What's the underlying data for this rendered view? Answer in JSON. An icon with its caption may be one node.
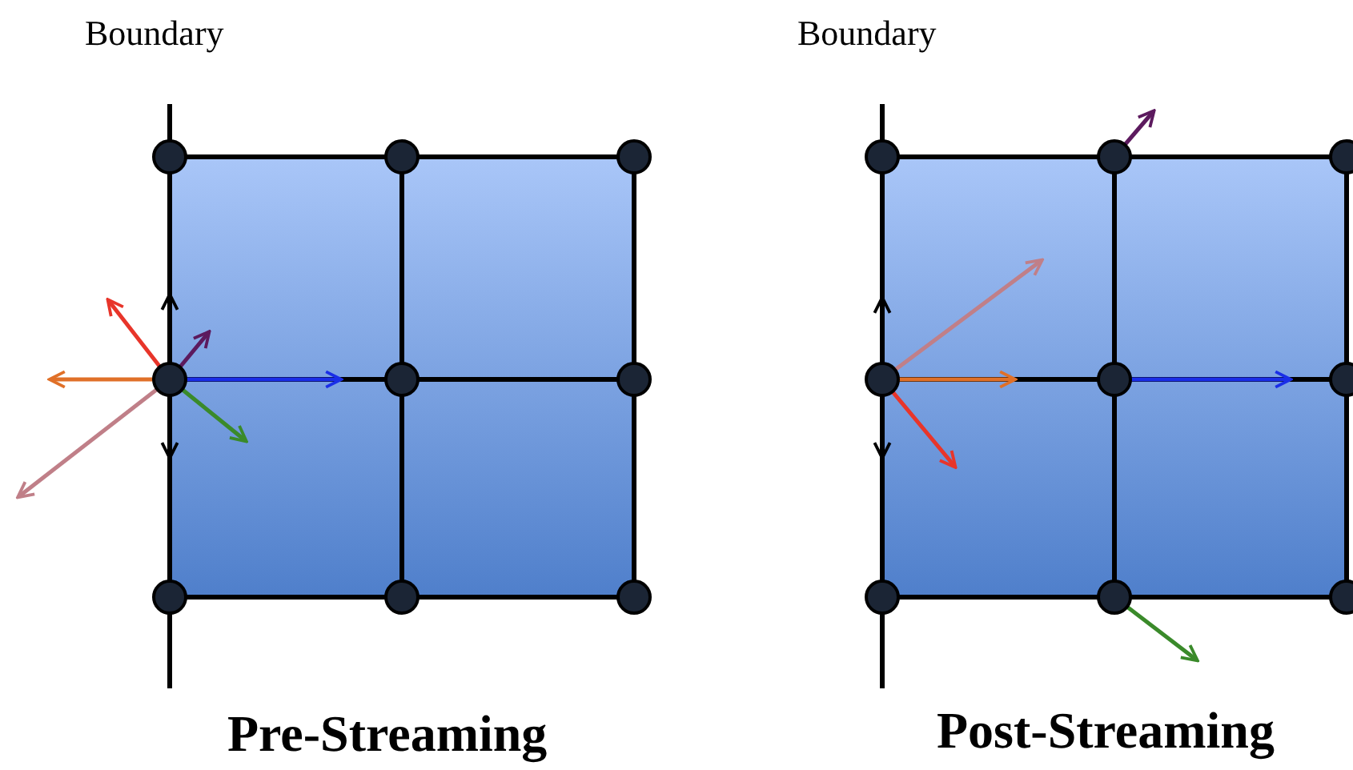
{
  "diagram": {
    "labels": [
      "Boundary",
      "Boundary",
      "Pre-Streaming",
      "Post-Streaming"
    ]
  }
}
